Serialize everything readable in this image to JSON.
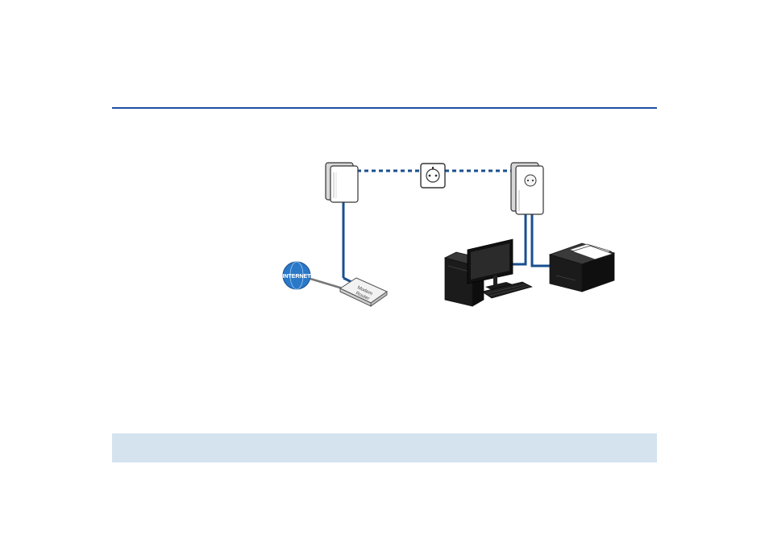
{
  "colors": {
    "accent": "#1f4fa3",
    "cable": "#1a4f8f",
    "note_bar": "#d5e3ef",
    "globe": "#2a78c8"
  },
  "diagram": {
    "internet_label": "INTERNET",
    "router_label_line1": "Modem",
    "router_label_line2": "Router",
    "icons": [
      "globe-icon",
      "router-icon",
      "powerline-adapter-icon",
      "wall-socket-icon",
      "desktop-pc-icon",
      "monitor-icon",
      "keyboard-icon",
      "printer-icon"
    ]
  }
}
